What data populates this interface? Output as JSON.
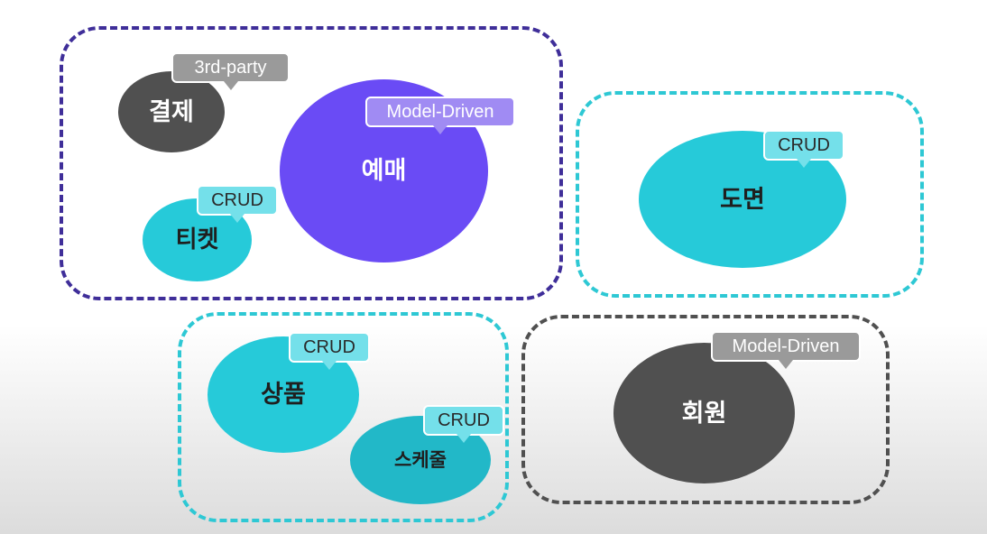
{
  "tags": {
    "third_party": "3rd-party",
    "model_driven": "Model-Driven",
    "crud": "CRUD"
  },
  "domains": {
    "payment": "결제",
    "reservation": "예매",
    "ticket": "티켓",
    "seat_map": "도면",
    "product": "상품",
    "schedule": "스케줄",
    "member": "회원"
  },
  "colors": {
    "group_purple": "#3f2e99",
    "group_teal": "#2ec8d4",
    "group_gray": "#505050",
    "domain_dark": "#505050",
    "domain_violet": "#6a4bf5",
    "domain_cyan": "#26cad9",
    "tag_gray": "#9a9a9a",
    "tag_lilac": "#a08bf3",
    "tag_aqua": "#74e0ea"
  }
}
